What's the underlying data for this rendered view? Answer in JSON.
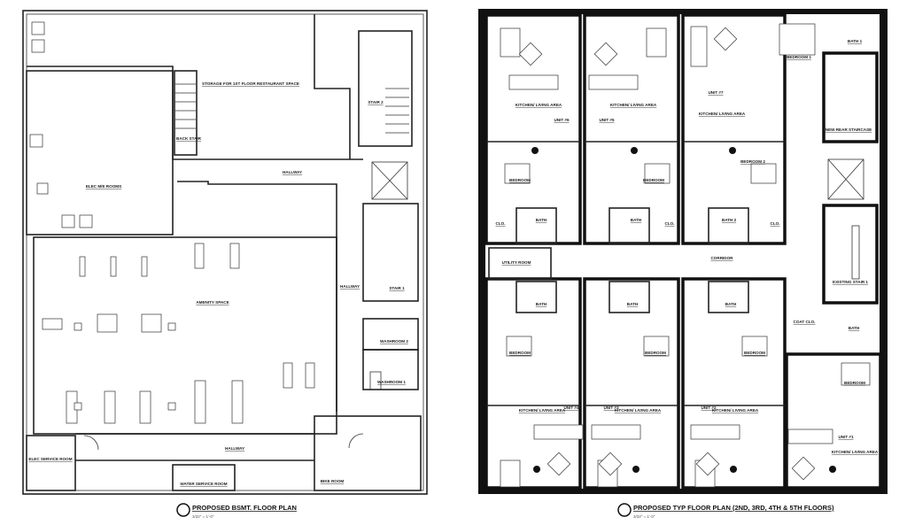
{
  "basement": {
    "title": "PROPOSED BSMT. FLOOR PLAN",
    "scale": "3/32\" = 1'-0\"",
    "rooms": {
      "storage": "STORAGE FOR 1ST FLOOR RESTAURANT SPACE",
      "back_stair": "BACK STAIR",
      "stair2": "STAIR 2",
      "hallway_top": "HALLWAY",
      "elec_mech": "ELEC M/E ROOMS",
      "amenity": "AMENITY SPACE",
      "hallway_right": "HALLWAY",
      "stair1": "STAIR 1",
      "washroom2": "WASHROOM 2",
      "washroom1": "WASHROOM 1",
      "hallway_bottom": "HALLWAY",
      "elec_service": "ELEC SERVICE ROOM",
      "water_service": "WATER SERVICE ROOM",
      "bike_room": "BIKE ROOM"
    }
  },
  "typical": {
    "title": "PROPOSED TYP FLOOR PLAN (2ND, 3RD, 4TH & 5TH FLOORS)",
    "scale": "3/32\" = 1'-0\"",
    "rooms": {
      "kitchen_living": "KITCHEN/ LIVING AREA",
      "bedroom": "BEDROOM",
      "bedroom1": "BEDROOM 1",
      "bedroom2": "BEDROOM 2",
      "bath": "BATH",
      "bath1": "BATH 1",
      "bath2": "BATH 2",
      "closet": "CLO.",
      "coat_closet": "COAT CLO.",
      "corridor": "CORRIDOR",
      "utility": "UTILITY ROOM",
      "new_rear_stair": "NEW REAR STAIRCASE",
      "existing_stair": "EXISTING STAIR 1"
    },
    "units": [
      "UNIT #6",
      "UNIT #5",
      "UNIT #7",
      "UNIT #4",
      "UNIT #3",
      "UNIT #2",
      "UNIT #1"
    ]
  }
}
